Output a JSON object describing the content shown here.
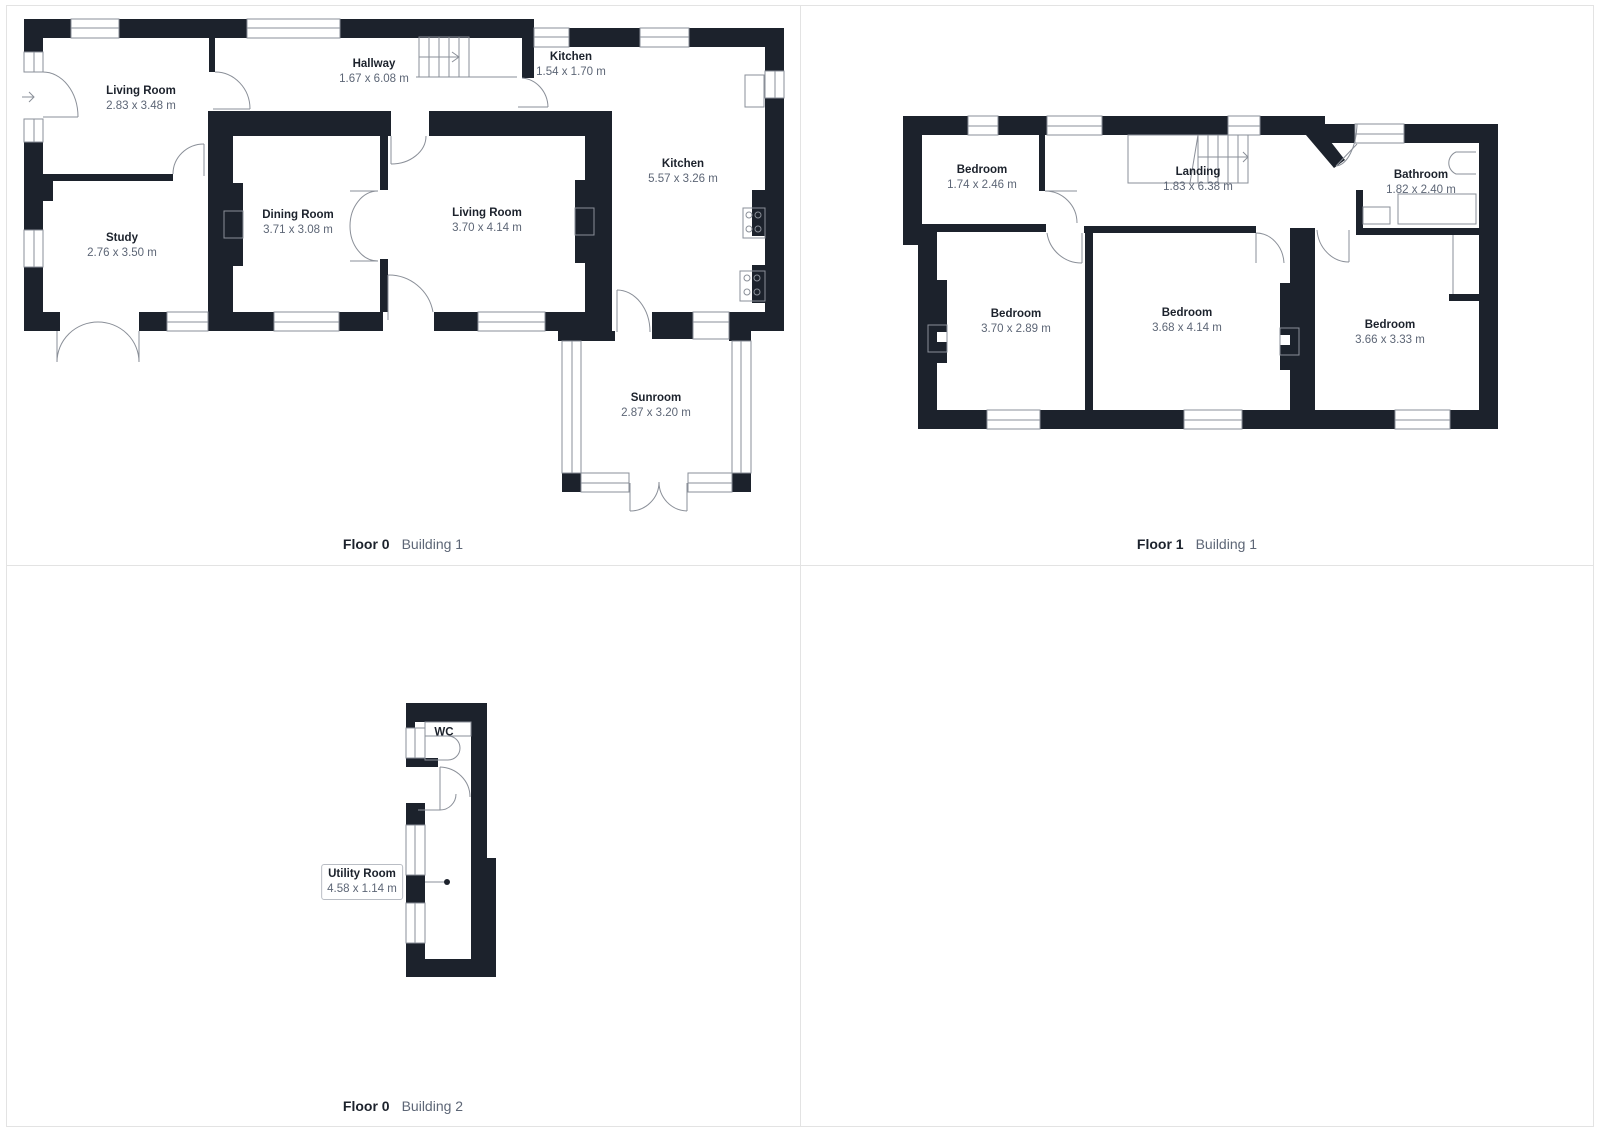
{
  "colors": {
    "wall": "#1c222c",
    "grid": "#e3e3e3",
    "label": "#1c222c",
    "dimension": "#5d6676",
    "fixture": "#8a8f98"
  },
  "panels": [
    {
      "id": "floor0-building1",
      "floor": "Floor 0",
      "building": "Building 1",
      "rooms": [
        {
          "name": "Living Room",
          "dims": "2.83 x 3.48 m"
        },
        {
          "name": "Hallway",
          "dims": "1.67 x 6.08 m"
        },
        {
          "name": "Kitchen",
          "dims": "1.54 x 1.70 m"
        },
        {
          "name": "Kitchen",
          "dims": "5.57 x 3.26 m"
        },
        {
          "name": "Study",
          "dims": "2.76 x 3.50 m"
        },
        {
          "name": "Dining Room",
          "dims": "3.71 x 3.08 m"
        },
        {
          "name": "Living Room",
          "dims": "3.70 x 4.14 m"
        },
        {
          "name": "Sunroom",
          "dims": "2.87 x 3.20 m"
        }
      ]
    },
    {
      "id": "floor1-building1",
      "floor": "Floor 1",
      "building": "Building 1",
      "rooms": [
        {
          "name": "Bedroom",
          "dims": "1.74 x 2.46 m"
        },
        {
          "name": "Landing",
          "dims": "1.83 x 6.38 m"
        },
        {
          "name": "Bathroom",
          "dims": "1.82 x 2.40 m"
        },
        {
          "name": "Bedroom",
          "dims": "3.70 x 2.89 m"
        },
        {
          "name": "Bedroom",
          "dims": "3.68 x 4.14 m"
        },
        {
          "name": "Bedroom",
          "dims": "3.66 x 3.33 m"
        }
      ]
    },
    {
      "id": "floor0-building2",
      "floor": "Floor 0",
      "building": "Building 2",
      "rooms": [
        {
          "name": "WC",
          "dims": ""
        },
        {
          "name": "Utility Room",
          "dims": "4.58 x 1.14 m"
        }
      ]
    },
    {
      "id": "empty-panel",
      "floor": "",
      "building": "",
      "rooms": []
    }
  ]
}
